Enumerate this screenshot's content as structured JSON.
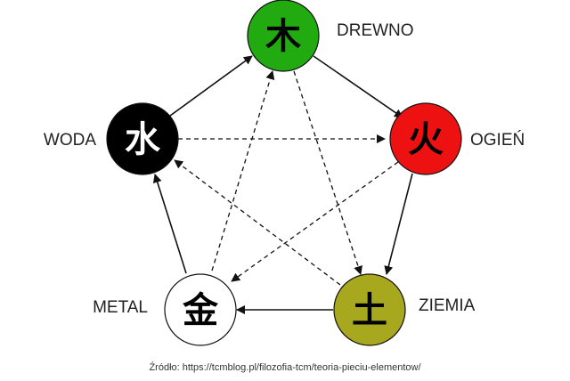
{
  "nodes": {
    "wood": {
      "glyph": "木",
      "label": "DREWNO",
      "fill": "#22aa11",
      "glyph_color": "#000000"
    },
    "fire": {
      "glyph": "火",
      "label": "OGIEŃ",
      "fill": "#ee1111",
      "glyph_color": "#000000"
    },
    "earth": {
      "glyph": "土",
      "label": "ZIEMIA",
      "fill": "#a8a81e",
      "glyph_color": "#000000"
    },
    "metal": {
      "glyph": "金",
      "label": "METAL",
      "fill": "#ffffff",
      "glyph_color": "#000000"
    },
    "water": {
      "glyph": "水",
      "label": "WODA",
      "fill": "#000000",
      "glyph_color": "#ffffff"
    }
  },
  "source": "Źródło: https://tcmblog.pl/filozofia-tcm/teoria-pieciu-elementow/"
}
